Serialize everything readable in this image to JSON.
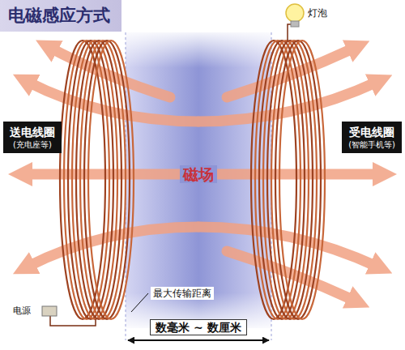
{
  "diagram": {
    "title": "电磁感应方式",
    "nodes": [
      {
        "text": [
          "送电线圈",
          "(充电座等)"
        ]
      },
      {
        "text": [
          "受电线圈",
          "(智能手机等)"
        ]
      }
    ],
    "labels": [
      "灯泡",
      "磁场",
      "最大传输距离",
      "电源",
      "数毫米 ~ 数厘米"
    ]
  }
}
